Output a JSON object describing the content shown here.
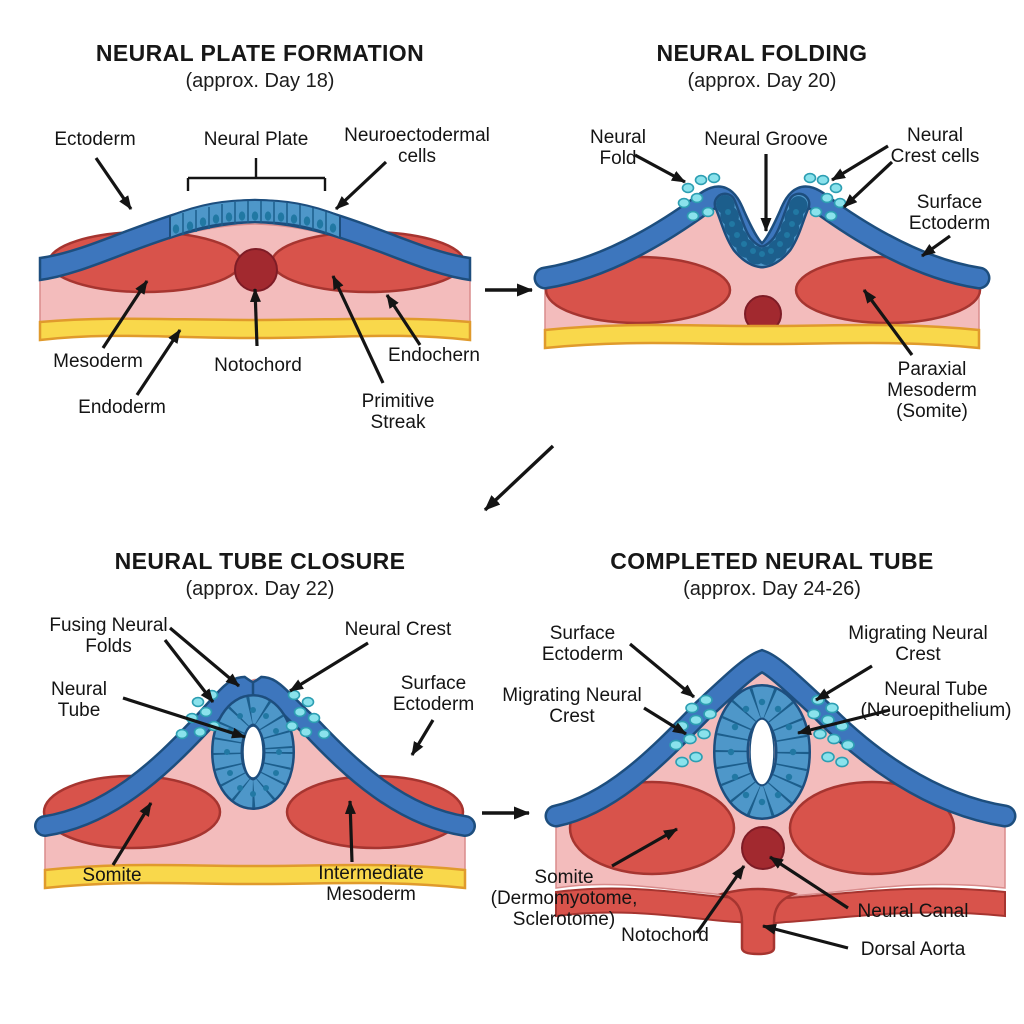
{
  "page": {
    "background": "#ffffff",
    "description": "Four-panel neurulation diagram"
  },
  "palette": {
    "ectoderm_blue": "#3D76BD",
    "neural_cell_blue": "#4E97C9",
    "cell_nucleus_teal": "#2178A3",
    "outline_navy": "#1D4E7E",
    "mesenchyme_pink": "#F3BCBC",
    "pink_outline": "#D98C8C",
    "mesoderm_red": "#D8534B",
    "red_outline": "#A63530",
    "notochord_dark_red": "#A2292F",
    "endoderm_yellow": "#F9D84B",
    "yellow_outline": "#E09A2C",
    "neural_crest_cyan": "#8AE2EC",
    "cyan_outline": "#2D9EB2",
    "arrow_black": "#141414"
  },
  "panels": {
    "p1": {
      "title": "NEURAL PLATE FORMATION",
      "subtitle": "(approx. Day 18)",
      "labels": {
        "ectoderm": "Ectoderm",
        "neural_plate": "Neural Plate",
        "neuroectodermal_cells": "Neuroectodermal cells",
        "mesoderm": "Mesoderm",
        "notochord": "Notochord",
        "endochern": "Endochern",
        "endoderm": "Endoderm",
        "primitive_streak": "Primitive Streak"
      }
    },
    "p2": {
      "title": "NEURAL FOLDING",
      "subtitle": "(approx. Day 20)",
      "labels": {
        "neural_fold": "Neural Fold",
        "neural_groove": "Neural Groove",
        "neural_crest_cells": "Neural Crest cells",
        "surface_ectoderm": "Surface Ectoderm",
        "paraxial_mesoderm_somite": "Paraxial Mesoderm (Somite)"
      }
    },
    "p3": {
      "title": "NEURAL TUBE CLOSURE",
      "subtitle": "(approx. Day 22)",
      "labels": {
        "fusing_neural_folds": "Fusing Neural Folds",
        "neural_crest": "Neural Crest",
        "neural_tube": "Neural Tube",
        "surface_ectoderm": "Surface Ectoderm",
        "somite": "Somite",
        "intermediate_mesoderm": "Intermediate Mesoderm"
      }
    },
    "p4": {
      "title": "COMPLETED NEURAL TUBE",
      "subtitle": "(approx. Day 24-26)",
      "labels": {
        "surface_ectoderm": "Surface Ectoderm",
        "migrating_neural_crest_left": "Migrating Neural Crest",
        "migrating_neural_crest_right": "Migrating Neural Crest",
        "neural_tube_neuroepithelium": "Neural Tube (Neuroepithelium)",
        "somite_dermomyotome_sclerotome": "Somite (Dermomyotome, Sclerotome)",
        "notochord": "Notochord",
        "neural_canal": "Neural Canal",
        "dorsal_aorta": "Dorsal Aorta"
      }
    }
  }
}
